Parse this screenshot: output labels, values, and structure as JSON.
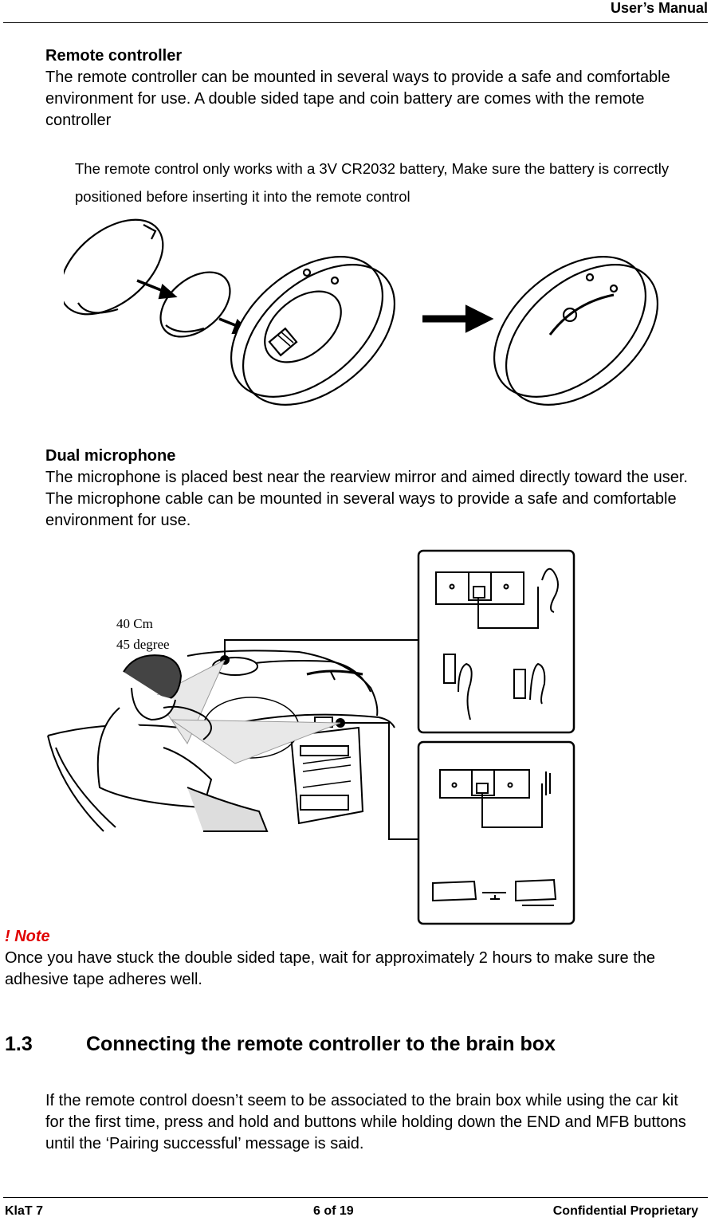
{
  "header": {
    "title": "User’s Manual"
  },
  "remote_section": {
    "heading": "Remote controller",
    "paragraph": "The remote controller can be mounted in several ways to provide a safe and comfortable environment for use. A double sided tape and coin battery are comes with the remote controller",
    "battery_note": "The remote control only works with a 3V CR2032 battery, Make sure the battery is correctly positioned before inserting it into the remote control"
  },
  "mic_section": {
    "heading": "Dual microphone",
    "paragraph": "The microphone is placed best near the rearview mirror and aimed directly toward the user. The microphone cable can be mounted in several ways to provide a safe and comfortable environment for use.",
    "figure_label_line1": "40 Cm",
    "figure_label_line2": "45 degree"
  },
  "note": {
    "title": "! Note",
    "text": "Once you have stuck the double sided tape, wait for approximately 2 hours to make sure the adhesive tape adheres well."
  },
  "section_1_3": {
    "number": "1.3",
    "title": "Connecting the remote controller to the brain box",
    "paragraph": "If the remote control doesn’t seem to be associated to the brain box while using the car kit for the first time, press and hold and buttons while holding down the END and MFB buttons until the ‘Pairing successful’ message is said."
  },
  "footer": {
    "left": "KlaT 7",
    "center": "6 of 19",
    "right": "Confidential Proprietary"
  }
}
